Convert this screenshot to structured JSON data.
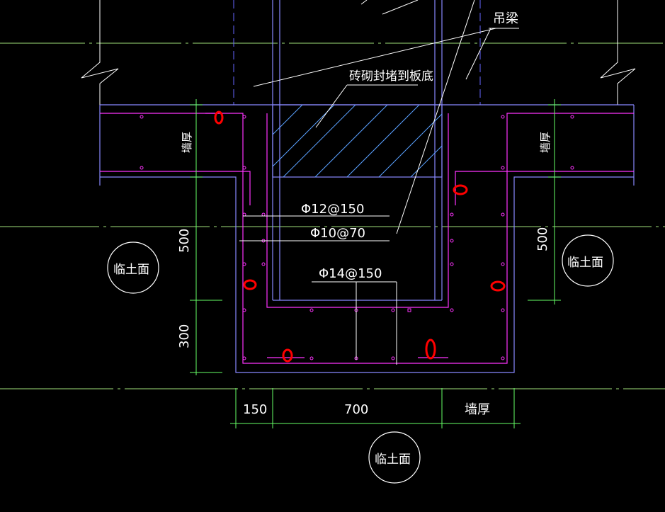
{
  "drawing": {
    "labels": {
      "hanging_beam": "吊梁",
      "brick_infill": "砖砌封堵到板底",
      "rebar_1": "Φ12@150",
      "rebar_2": "Φ10@70",
      "rebar_3": "Φ14@150",
      "wall_thickness_left": "墙厚",
      "wall_thickness_right": "墙厚",
      "wall_thickness_bottom": "墙厚",
      "soil_face_left": "临土面",
      "soil_face_right": "临土面",
      "soil_face_bottom": "临土面",
      "dim_500_left": "500",
      "dim_300_left": "300",
      "dim_500_right": "500",
      "dim_150_bottom": "150",
      "dim_700_bottom": "700"
    },
    "colors": {
      "background": "#000000",
      "outline": "#8888ff",
      "rebar": "#ff33ff",
      "dimension": "#66ff66",
      "leader": "#ffffff",
      "hatch": "#5aa0ff",
      "gridline": "#9fe07a",
      "markers": "#ff0000",
      "centerline": "#6666ff"
    }
  }
}
